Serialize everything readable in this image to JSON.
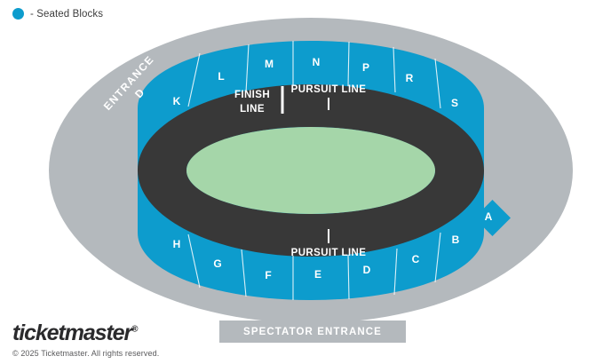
{
  "legend": {
    "marker_icon": "filled-circle-icon",
    "marker_color": "#0d9ccd",
    "text": "- Seated Blocks"
  },
  "venue_map": {
    "colors": {
      "outer_ring": "#b4b9bd",
      "seating": "#0d9ccd",
      "track": "#383838",
      "infield": "#a5d6a9",
      "divider": "#ffffff"
    },
    "entrance_label": {
      "line1": "ENTRANCE",
      "line2": "D"
    },
    "track_markings": [
      {
        "id": "finish-line",
        "line1": "FINISH",
        "line2": "LINE"
      },
      {
        "id": "pursuit-line-top",
        "text": "PURSUIT LINE"
      },
      {
        "id": "pursuit-line-bottom",
        "text": "PURSUIT LINE"
      }
    ],
    "seated_blocks_top": [
      {
        "label": "K"
      },
      {
        "label": "L"
      },
      {
        "label": "M"
      },
      {
        "label": "N"
      },
      {
        "label": "P"
      },
      {
        "label": "R"
      },
      {
        "label": "S"
      }
    ],
    "seated_blocks_bottom": [
      {
        "label": "H"
      },
      {
        "label": "G"
      },
      {
        "label": "F"
      },
      {
        "label": "E"
      },
      {
        "label": "D"
      },
      {
        "label": "C"
      },
      {
        "label": "B"
      }
    ],
    "seated_block_detached": {
      "label": "A"
    },
    "spectator_entrance": "SPECTATOR ENTRANCE"
  },
  "footer": {
    "brand": "ticketmaster",
    "brand_mark": "®",
    "copyright": "© 2025 Ticketmaster. All rights reserved."
  }
}
